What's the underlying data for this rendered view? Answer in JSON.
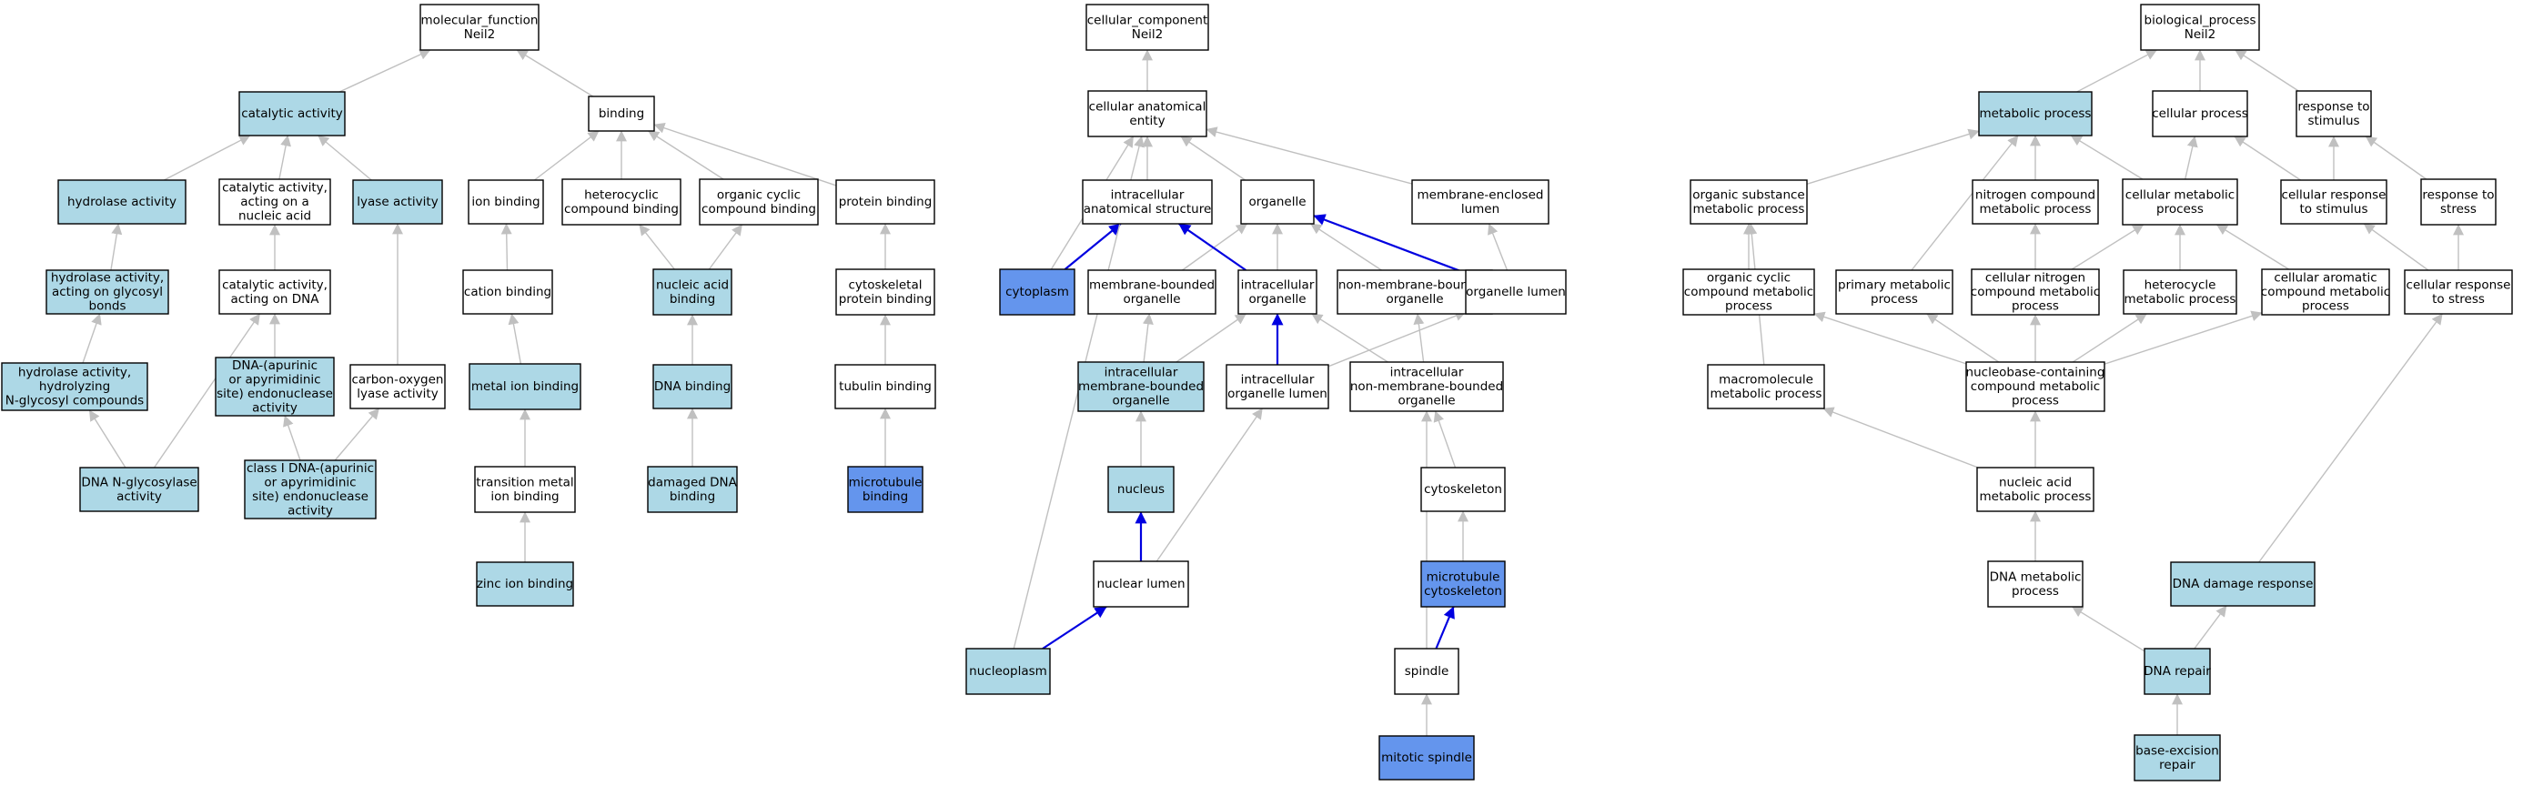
{
  "colors": {
    "none": "#ffffff",
    "light": "#add8e6",
    "dark": "#6495ed",
    "edge": "#c0c0c0",
    "highlight": "#0000e0"
  },
  "nodes": {
    "mf_root": {
      "lines": [
        "molecular_function",
        "Neil2"
      ],
      "fill": "none"
    },
    "catalytic": {
      "lines": [
        "catalytic activity"
      ],
      "fill": "light"
    },
    "binding": {
      "lines": [
        "binding"
      ],
      "fill": "none"
    },
    "hydrolase": {
      "lines": [
        "hydrolase activity"
      ],
      "fill": "light"
    },
    "cat_na": {
      "lines": [
        "catalytic activity,",
        "acting on a",
        "nucleic acid"
      ],
      "fill": "none"
    },
    "lyase": {
      "lines": [
        "lyase activity"
      ],
      "fill": "light"
    },
    "ion_b": {
      "lines": [
        "ion binding"
      ],
      "fill": "none"
    },
    "hetero_b": {
      "lines": [
        "heterocyclic",
        "compound binding"
      ],
      "fill": "none"
    },
    "orgcyc_b": {
      "lines": [
        "organic cyclic",
        "compound binding"
      ],
      "fill": "none"
    },
    "protein_b": {
      "lines": [
        "protein binding"
      ],
      "fill": "none"
    },
    "hyd_gly": {
      "lines": [
        "hydrolase activity,",
        "acting on glycosyl",
        "bonds"
      ],
      "fill": "light"
    },
    "cat_dna": {
      "lines": [
        "catalytic activity,",
        "acting on DNA"
      ],
      "fill": "none"
    },
    "cation_b": {
      "lines": [
        "cation binding"
      ],
      "fill": "none"
    },
    "nucacid_b": {
      "lines": [
        "nucleic acid",
        "binding"
      ],
      "fill": "light"
    },
    "cytosk_pb": {
      "lines": [
        "cytoskeletal",
        "protein binding"
      ],
      "fill": "none"
    },
    "hyd_ngly": {
      "lines": [
        "hydrolase activity,",
        "hydrolyzing",
        "N-glycosyl compounds"
      ],
      "fill": "light"
    },
    "dna_ap": {
      "lines": [
        "DNA-(apurinic",
        "or apyrimidinic",
        "site) endonuclease",
        "activity"
      ],
      "fill": "light"
    },
    "co_lyase": {
      "lines": [
        "carbon-oxygen",
        "lyase activity"
      ],
      "fill": "none"
    },
    "metal_b": {
      "lines": [
        "metal ion binding"
      ],
      "fill": "light"
    },
    "dna_b": {
      "lines": [
        "DNA binding"
      ],
      "fill": "light"
    },
    "tubulin_b": {
      "lines": [
        "tubulin binding"
      ],
      "fill": "none"
    },
    "dna_nglyco": {
      "lines": [
        "DNA N-glycosylase",
        "activity"
      ],
      "fill": "light"
    },
    "class1": {
      "lines": [
        "class I DNA-(apurinic",
        "or apyrimidinic",
        "site) endonuclease",
        "activity"
      ],
      "fill": "light"
    },
    "tmetal_b": {
      "lines": [
        "transition metal",
        "ion binding"
      ],
      "fill": "none"
    },
    "dmg_dna_b": {
      "lines": [
        "damaged DNA",
        "binding"
      ],
      "fill": "light"
    },
    "mt_b": {
      "lines": [
        "microtubule",
        "binding"
      ],
      "fill": "dark"
    },
    "zinc_b": {
      "lines": [
        "zinc ion binding"
      ],
      "fill": "light"
    },
    "cc_root": {
      "lines": [
        "cellular_component",
        "Neil2"
      ],
      "fill": "none"
    },
    "cae": {
      "lines": [
        "cellular anatomical",
        "entity"
      ],
      "fill": "none"
    },
    "ias": {
      "lines": [
        "intracellular",
        "anatomical structure"
      ],
      "fill": "none"
    },
    "organelle": {
      "lines": [
        "organelle"
      ],
      "fill": "none"
    },
    "mel": {
      "lines": [
        "membrane-enclosed",
        "lumen"
      ],
      "fill": "none"
    },
    "cytoplasm": {
      "lines": [
        "cytoplasm"
      ],
      "fill": "dark"
    },
    "mbo": {
      "lines": [
        "membrane-bounded",
        "organelle"
      ],
      "fill": "none"
    },
    "io": {
      "lines": [
        "intracellular",
        "organelle"
      ],
      "fill": "none"
    },
    "nmbo": {
      "lines": [
        "non-membrane-bounded",
        "organelle"
      ],
      "fill": "none"
    },
    "olumen": {
      "lines": [
        "organelle lumen"
      ],
      "fill": "none"
    },
    "imbo": {
      "lines": [
        "intracellular",
        "membrane-bounded",
        "organelle"
      ],
      "fill": "light"
    },
    "iol": {
      "lines": [
        "intracellular",
        "organelle lumen"
      ],
      "fill": "none"
    },
    "inmbo": {
      "lines": [
        "intracellular",
        "non-membrane-bounded",
        "organelle"
      ],
      "fill": "none"
    },
    "nucleus": {
      "lines": [
        "nucleus"
      ],
      "fill": "light"
    },
    "cytosk": {
      "lines": [
        "cytoskeleton"
      ],
      "fill": "none"
    },
    "nlumen": {
      "lines": [
        "nuclear lumen"
      ],
      "fill": "none"
    },
    "mtcyto": {
      "lines": [
        "microtubule",
        "cytoskeleton"
      ],
      "fill": "dark"
    },
    "nucleoplasm": {
      "lines": [
        "nucleoplasm"
      ],
      "fill": "light"
    },
    "spindle": {
      "lines": [
        "spindle"
      ],
      "fill": "none"
    },
    "mspindle": {
      "lines": [
        "mitotic spindle"
      ],
      "fill": "dark"
    },
    "bp_root": {
      "lines": [
        "biological_process",
        "Neil2"
      ],
      "fill": "none"
    },
    "metab": {
      "lines": [
        "metabolic process"
      ],
      "fill": "light"
    },
    "cellproc": {
      "lines": [
        "cellular process"
      ],
      "fill": "none"
    },
    "resp_stim": {
      "lines": [
        "response to",
        "stimulus"
      ],
      "fill": "none"
    },
    "osmp": {
      "lines": [
        "organic substance",
        "metabolic process"
      ],
      "fill": "none"
    },
    "ncmp": {
      "lines": [
        "nitrogen compound",
        "metabolic process"
      ],
      "fill": "none"
    },
    "cmp": {
      "lines": [
        "cellular metabolic",
        "process"
      ],
      "fill": "none"
    },
    "crs": {
      "lines": [
        "cellular response",
        "to stimulus"
      ],
      "fill": "none"
    },
    "rts": {
      "lines": [
        "response to",
        "stress"
      ],
      "fill": "none"
    },
    "occmp": {
      "lines": [
        "organic cyclic",
        "compound metabolic",
        "process"
      ],
      "fill": "none"
    },
    "pmp": {
      "lines": [
        "primary metabolic",
        "process"
      ],
      "fill": "none"
    },
    "cncmp": {
      "lines": [
        "cellular nitrogen",
        "compound metabolic",
        "process"
      ],
      "fill": "none"
    },
    "hmp": {
      "lines": [
        "heterocycle",
        "metabolic process"
      ],
      "fill": "none"
    },
    "cacmp": {
      "lines": [
        "cellular aromatic",
        "compound metabolic",
        "process"
      ],
      "fill": "none"
    },
    "crts": {
      "lines": [
        "cellular response",
        "to stress"
      ],
      "fill": "none"
    },
    "mmp": {
      "lines": [
        "macromolecule",
        "metabolic process"
      ],
      "fill": "none"
    },
    "nbcmp": {
      "lines": [
        "nucleobase-containing",
        "compound metabolic",
        "process"
      ],
      "fill": "none"
    },
    "namp": {
      "lines": [
        "nucleic acid",
        "metabolic process"
      ],
      "fill": "none"
    },
    "dnamp": {
      "lines": [
        "DNA metabolic",
        "process"
      ],
      "fill": "none"
    },
    "ddr": {
      "lines": [
        "DNA damage response"
      ],
      "fill": "light"
    },
    "dnarep": {
      "lines": [
        "DNA repair"
      ],
      "fill": "light"
    },
    "ber": {
      "lines": [
        "base-excision",
        "repair"
      ],
      "fill": "light"
    }
  },
  "edges": [
    [
      "catalytic",
      "mf_root",
      false
    ],
    [
      "binding",
      "mf_root",
      false
    ],
    [
      "hydrolase",
      "catalytic",
      false
    ],
    [
      "cat_na",
      "catalytic",
      false
    ],
    [
      "lyase",
      "catalytic",
      false
    ],
    [
      "ion_b",
      "binding",
      false
    ],
    [
      "hetero_b",
      "binding",
      false
    ],
    [
      "orgcyc_b",
      "binding",
      false
    ],
    [
      "protein_b",
      "binding",
      false
    ],
    [
      "hyd_gly",
      "hydrolase",
      false
    ],
    [
      "cat_dna",
      "cat_na",
      false
    ],
    [
      "cation_b",
      "ion_b",
      false
    ],
    [
      "nucacid_b",
      "hetero_b",
      false
    ],
    [
      "nucacid_b",
      "orgcyc_b",
      false
    ],
    [
      "cytosk_pb",
      "protein_b",
      false
    ],
    [
      "hyd_ngly",
      "hyd_gly",
      false
    ],
    [
      "dna_ap",
      "cat_dna",
      false
    ],
    [
      "co_lyase",
      "lyase",
      false
    ],
    [
      "metal_b",
      "cation_b",
      false
    ],
    [
      "dna_b",
      "nucacid_b",
      false
    ],
    [
      "tubulin_b",
      "cytosk_pb",
      false
    ],
    [
      "dna_nglyco",
      "hyd_ngly",
      false
    ],
    [
      "dna_nglyco",
      "cat_dna",
      false
    ],
    [
      "class1",
      "dna_ap",
      false
    ],
    [
      "class1",
      "co_lyase",
      false
    ],
    [
      "tmetal_b",
      "metal_b",
      false
    ],
    [
      "dmg_dna_b",
      "dna_b",
      false
    ],
    [
      "mt_b",
      "tubulin_b",
      false
    ],
    [
      "zinc_b",
      "tmetal_b",
      false
    ],
    [
      "cae",
      "cc_root",
      false
    ],
    [
      "ias",
      "cae",
      false
    ],
    [
      "organelle",
      "cae",
      false
    ],
    [
      "mel",
      "cae",
      false
    ],
    [
      "cytoplasm",
      "cae",
      false
    ],
    [
      "cytoplasm",
      "ias",
      true
    ],
    [
      "mbo",
      "organelle",
      false
    ],
    [
      "io",
      "organelle",
      false
    ],
    [
      "io",
      "ias",
      true
    ],
    [
      "nmbo",
      "organelle",
      false
    ],
    [
      "olumen",
      "organelle",
      true
    ],
    [
      "olumen",
      "mel",
      false
    ],
    [
      "imbo",
      "mbo",
      false
    ],
    [
      "imbo",
      "io",
      false
    ],
    [
      "iol",
      "io",
      true
    ],
    [
      "iol",
      "olumen",
      false
    ],
    [
      "inmbo",
      "io",
      false
    ],
    [
      "inmbo",
      "nmbo",
      false
    ],
    [
      "nucleus",
      "imbo",
      false
    ],
    [
      "nlumen",
      "nucleus",
      true
    ],
    [
      "nlumen",
      "iol",
      false
    ],
    [
      "cytosk",
      "inmbo",
      false
    ],
    [
      "mtcyto",
      "cytosk",
      false
    ],
    [
      "nucleoplasm",
      "nlumen",
      true
    ],
    [
      "nucleoplasm",
      "cae",
      false
    ],
    [
      "spindle",
      "mtcyto",
      true
    ],
    [
      "spindle",
      "inmbo",
      false
    ],
    [
      "mspindle",
      "spindle",
      false
    ],
    [
      "metab",
      "bp_root",
      false
    ],
    [
      "cellproc",
      "bp_root",
      false
    ],
    [
      "resp_stim",
      "bp_root",
      false
    ],
    [
      "osmp",
      "metab",
      false
    ],
    [
      "ncmp",
      "metab",
      false
    ],
    [
      "cmp",
      "metab",
      false
    ],
    [
      "cmp",
      "cellproc",
      false
    ],
    [
      "crs",
      "cellproc",
      false
    ],
    [
      "crs",
      "resp_stim",
      false
    ],
    [
      "rts",
      "resp_stim",
      false
    ],
    [
      "occmp",
      "osmp",
      false
    ],
    [
      "pmp",
      "metab",
      false
    ],
    [
      "cncmp",
      "ncmp",
      false
    ],
    [
      "cncmp",
      "cmp",
      false
    ],
    [
      "hmp",
      "cmp",
      false
    ],
    [
      "cacmp",
      "cmp",
      false
    ],
    [
      "crts",
      "crs",
      false
    ],
    [
      "crts",
      "rts",
      false
    ],
    [
      "mmp",
      "osmp",
      false
    ],
    [
      "nbcmp",
      "occmp",
      false
    ],
    [
      "nbcmp",
      "pmp",
      false
    ],
    [
      "nbcmp",
      "cncmp",
      false
    ],
    [
      "nbcmp",
      "hmp",
      false
    ],
    [
      "nbcmp",
      "cacmp",
      false
    ],
    [
      "namp",
      "nbcmp",
      false
    ],
    [
      "namp",
      "mmp",
      false
    ],
    [
      "dnamp",
      "namp",
      false
    ],
    [
      "ddr",
      "crts",
      false
    ],
    [
      "dnarep",
      "dnamp",
      false
    ],
    [
      "dnarep",
      "ddr",
      false
    ],
    [
      "ber",
      "dnarep",
      false
    ]
  ]
}
